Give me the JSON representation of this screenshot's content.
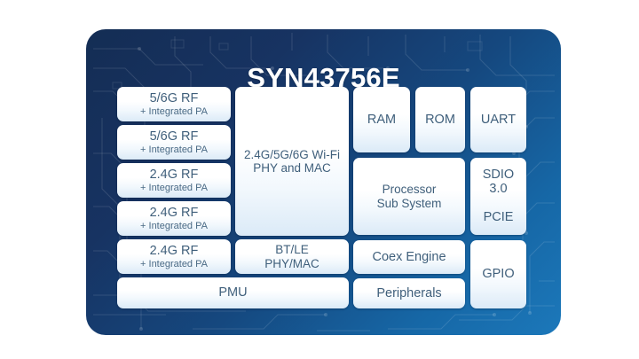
{
  "card": {
    "title": "SYN43756E",
    "bg_dark": "#142d54",
    "bg_light": "#1c78ba",
    "block_text_color": "#3f5f7b"
  },
  "blocks": {
    "rf": [
      {
        "name": "rf-5g-6g-1",
        "title": "5/6G RF",
        "sub": "+ Integrated PA"
      },
      {
        "name": "rf-5g-6g-2",
        "title": "5/6G RF",
        "sub": "+ Integrated PA"
      },
      {
        "name": "rf-24g-1",
        "title": "2.4G RF",
        "sub": "+ Integrated PA"
      },
      {
        "name": "rf-24g-2",
        "title": "2.4G RF",
        "sub": "+ Integrated PA"
      },
      {
        "name": "rf-24g-3",
        "title": "2.4G RF",
        "sub": "+ Integrated PA"
      }
    ],
    "wifi": {
      "title": "2.4G/5G/6G Wi-Fi\nPHY and MAC"
    },
    "btle": {
      "title": "BT/LE\nPHY/MAC"
    },
    "pmu": {
      "title": "PMU"
    },
    "ram": {
      "title": "RAM"
    },
    "rom": {
      "title": "ROM"
    },
    "uart": {
      "title": "UART"
    },
    "processor": {
      "title": "Processor\nSub System"
    },
    "sdio": {
      "title": "SDIO\n3.0",
      "title2": "PCIE"
    },
    "coex": {
      "title": "Coex Engine"
    },
    "peripherals": {
      "title": "Peripherals"
    },
    "gpio": {
      "title": "GPIO"
    }
  }
}
